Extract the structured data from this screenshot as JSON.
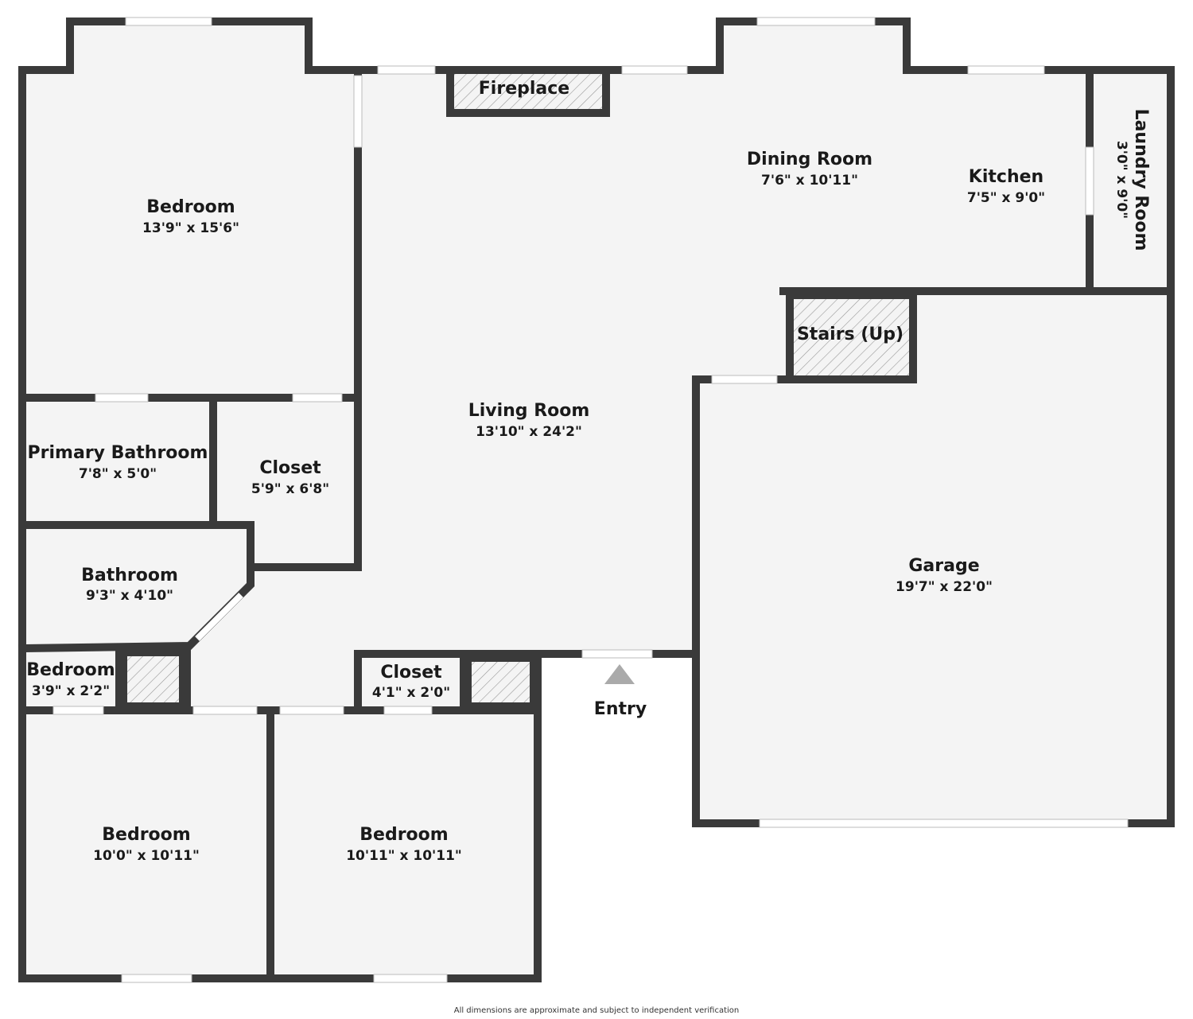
{
  "rooms": {
    "bedroom_main": {
      "name": "Bedroom",
      "dim": "13'9\" x 15'6\""
    },
    "living": {
      "name": "Living Room",
      "dim": "13'10\" x 24'2\""
    },
    "dining": {
      "name": "Dining Room",
      "dim": "7'6\" x 10'11\""
    },
    "kitchen": {
      "name": "Kitchen",
      "dim": "7'5\" x 9'0\""
    },
    "laundry": {
      "name": "Laundry Room",
      "dim": "3'0\" x 9'0\""
    },
    "primary_bath": {
      "name": "Primary Bathroom",
      "dim": "7'8\" x 5'0\""
    },
    "closet1": {
      "name": "Closet",
      "dim": "5'9\" x 6'8\""
    },
    "bathroom": {
      "name": "Bathroom",
      "dim": "9'3\" x 4'10\""
    },
    "bedroom_small": {
      "name": "Bedroom",
      "dim": "3'9\" x 2'2\""
    },
    "closet2": {
      "name": "Closet",
      "dim": "4'1\" x 2'0\""
    },
    "bedroom_sw": {
      "name": "Bedroom",
      "dim": "10'0\" x 10'11\""
    },
    "bedroom_s": {
      "name": "Bedroom",
      "dim": "10'11\" x 10'11\""
    },
    "garage": {
      "name": "Garage",
      "dim": "19'7\" x 22'0\""
    }
  },
  "features": {
    "fireplace": "Fireplace",
    "stairs": "Stairs (Up)",
    "entry": "Entry"
  },
  "footer": "All dimensions are approximate and subject to independent verification"
}
